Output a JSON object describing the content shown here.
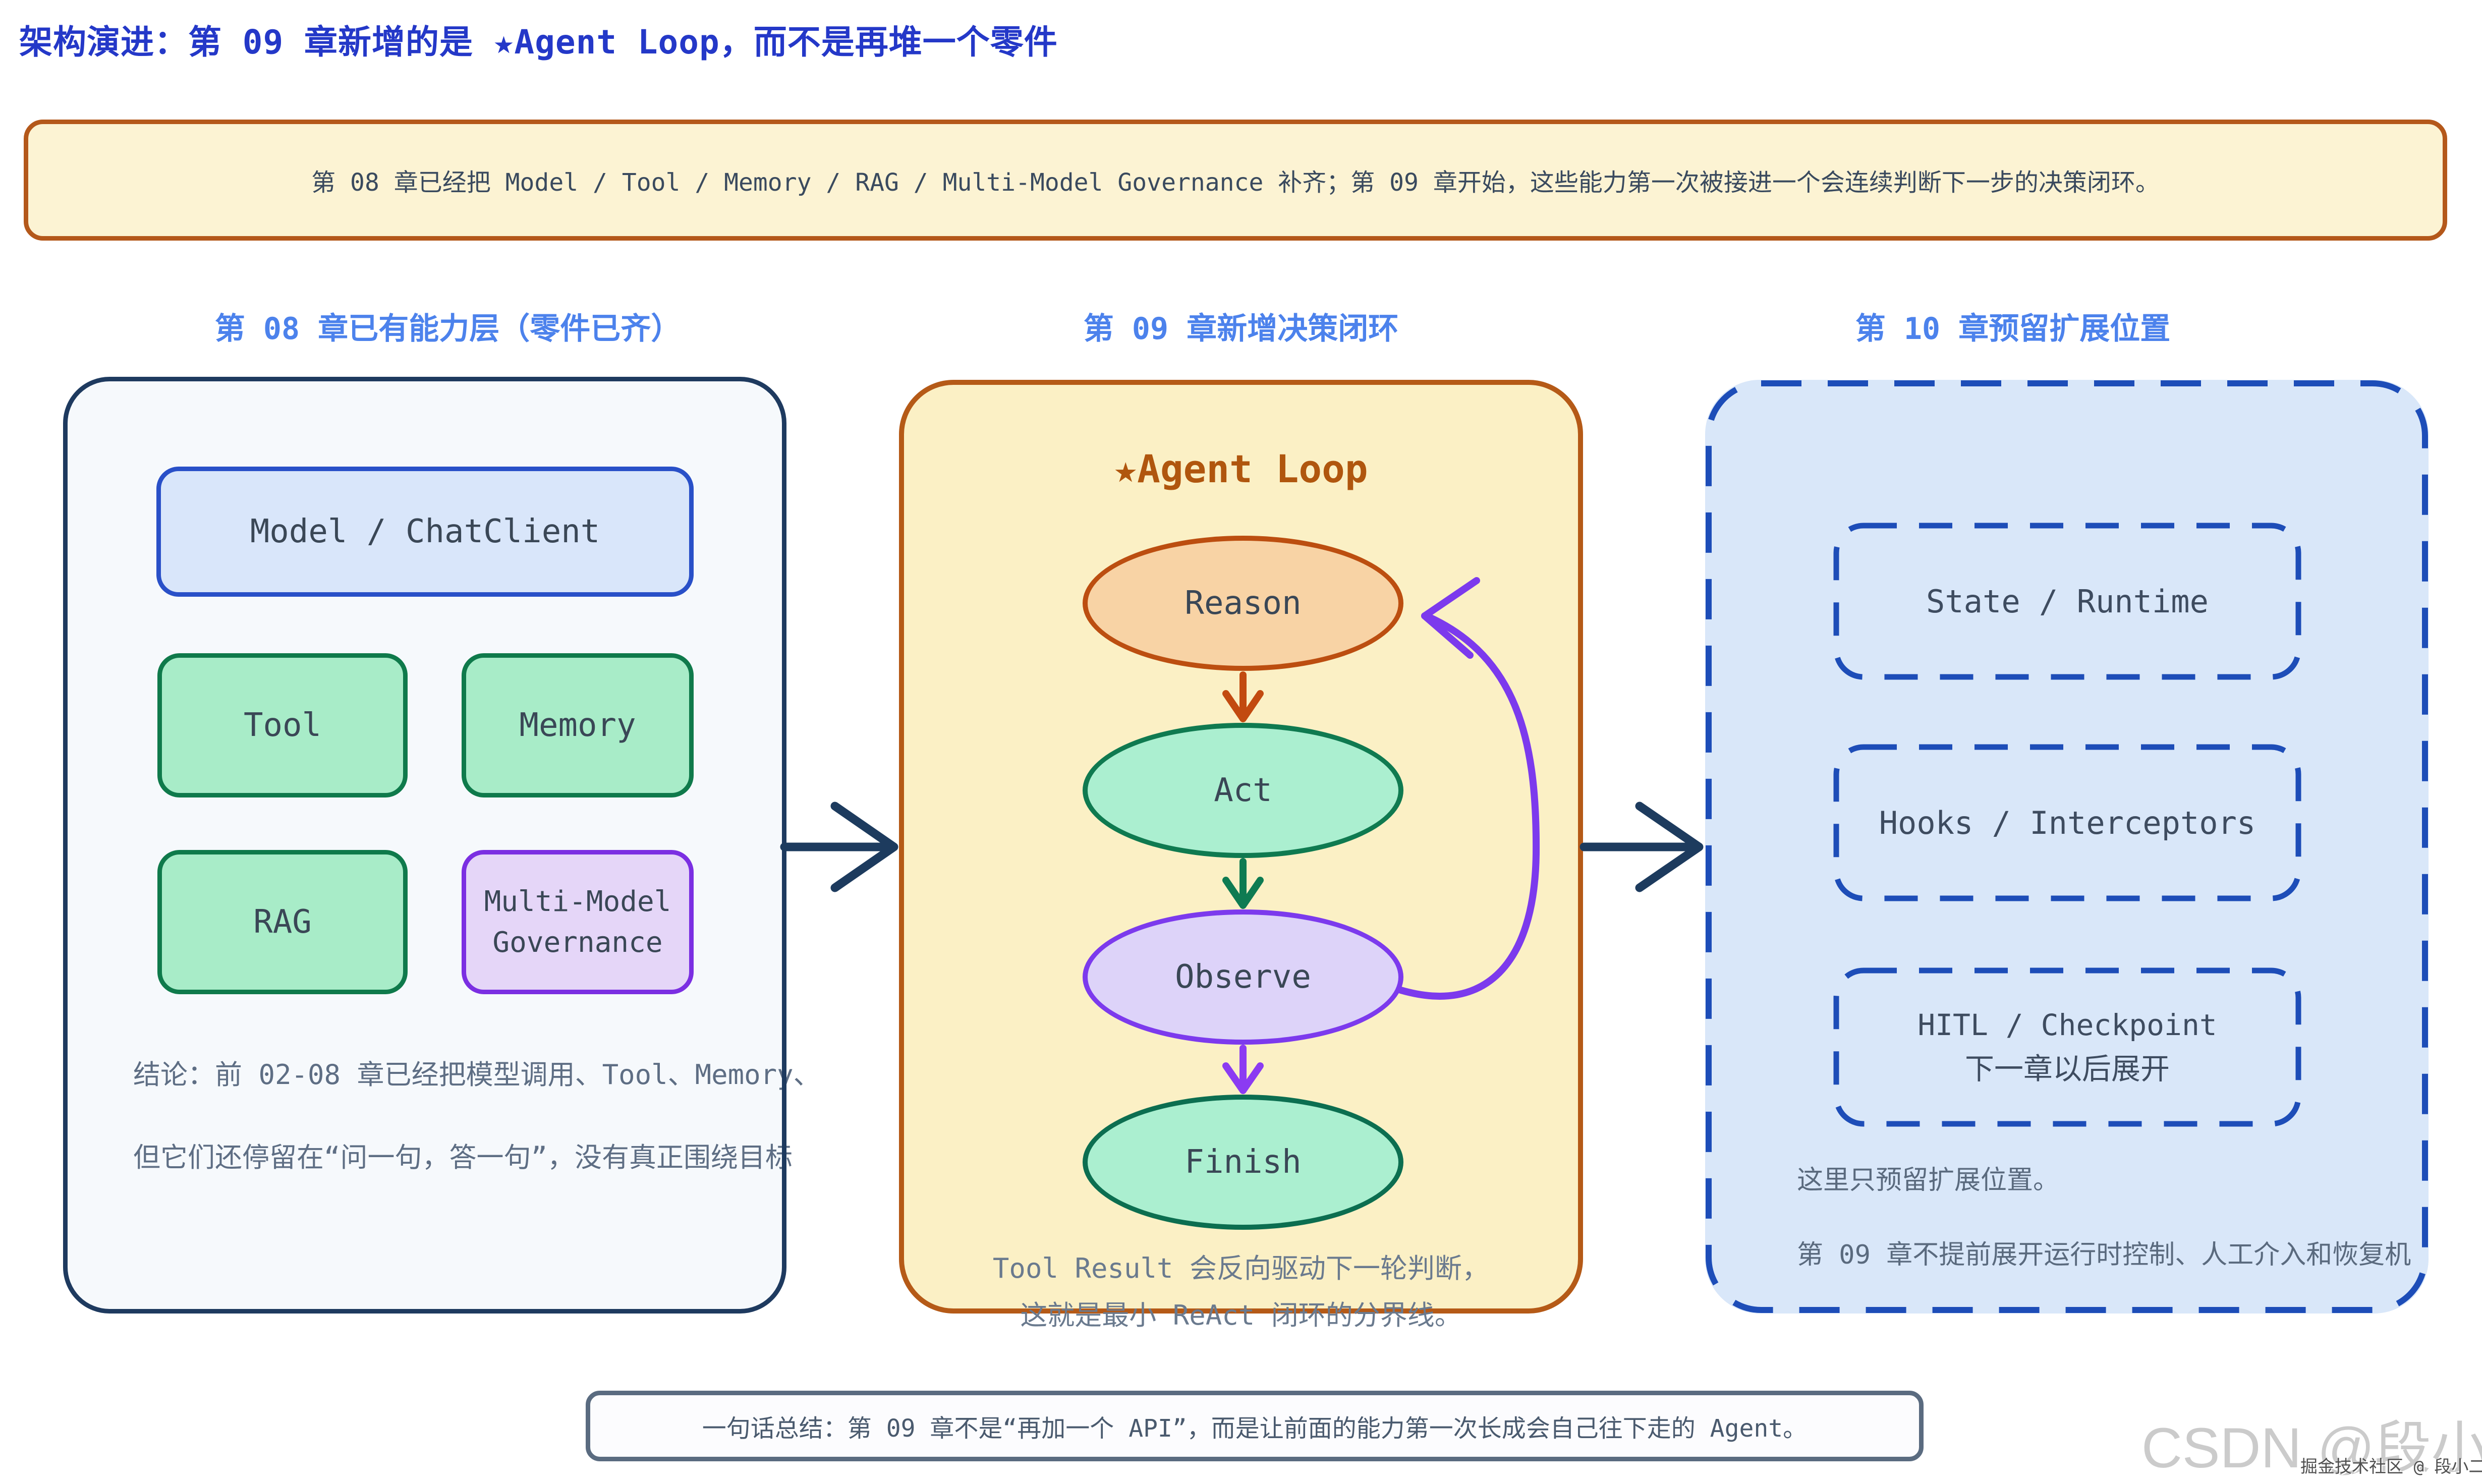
{
  "title": "架构演进：第 09 章新增的是 ★Agent Loop，而不是再堆一个零件",
  "banner": {
    "text": "第 08 章已经把 Model / Tool / Memory / RAG / Multi-Model Governance 补齐；第 09 章开始，这些能力第一次被接进一个会连续判断下一步的决策闭环。"
  },
  "columns": {
    "left": {
      "header": "第 08 章已有能力层（零件已齐）",
      "boxes": {
        "model": "Model / ChatClient",
        "tool": "Tool",
        "memory": "Memory",
        "rag": "RAG",
        "governance_line1": "Multi-Model",
        "governance_line2": "Governance"
      },
      "conclusion_line1": "结论：前 02-08 章已经把模型调用、Tool、Memory、",
      "conclusion_line2": "但它们还停留在“问一句，答一句”，没有真正围绕目标"
    },
    "middle": {
      "header": "第 09 章新增决策闭环",
      "loop_title": "★Agent Loop",
      "nodes": {
        "reason": "Reason",
        "act": "Act",
        "observe": "Observe",
        "finish": "Finish"
      },
      "note_line1": "Tool Result 会反向驱动下一轮判断，",
      "note_line2": "这就是最小 ReAct 闭环的分界线。"
    },
    "right": {
      "header": "第 10 章预留扩展位置",
      "slots": {
        "state": "State / Runtime",
        "hooks": "Hooks / Interceptors",
        "hitl_line1": "HITL / Checkpoint",
        "hitl_line2": "下一章以后展开"
      },
      "note_line1": "这里只预留扩展位置。",
      "note_line2": "第 09 章不提前展开运行时控制、人工介入和恢复机"
    }
  },
  "footer": {
    "summary": "一句话总结：第 09 章不是“再加一个 API”，而是让前面的能力第一次长成会自己往下走的 Agent。"
  },
  "watermarks": {
    "large": "CSDN @段小二",
    "small": "掘金技术社区 @ 段小二"
  },
  "colors": {
    "title_blue": "#2438C8",
    "header_blue": "#4C82EC",
    "banner_bg": "#FCF3D3",
    "banner_border": "#B4581A",
    "left_panel_border": "#1E3A5F",
    "model_box_border": "#2950C8",
    "green_box_border": "#0F7A4B",
    "purple_box_border": "#7B2FE2",
    "mid_panel_bg": "#FBF0C5",
    "mid_panel_border": "#B55A17",
    "reason_border": "#BC4E10",
    "act_border": "#0F7A50",
    "observe_border": "#7C3AED",
    "finish_border": "#0C6E50",
    "loop_arrow": "#7C3AED",
    "connector_navy": "#1D3B5E",
    "right_panel_bg": "#D9E7F9",
    "right_dash_blue": "#1D4DB8",
    "note_gray": "#5E6E84",
    "summary_border": "#5A6B80"
  }
}
